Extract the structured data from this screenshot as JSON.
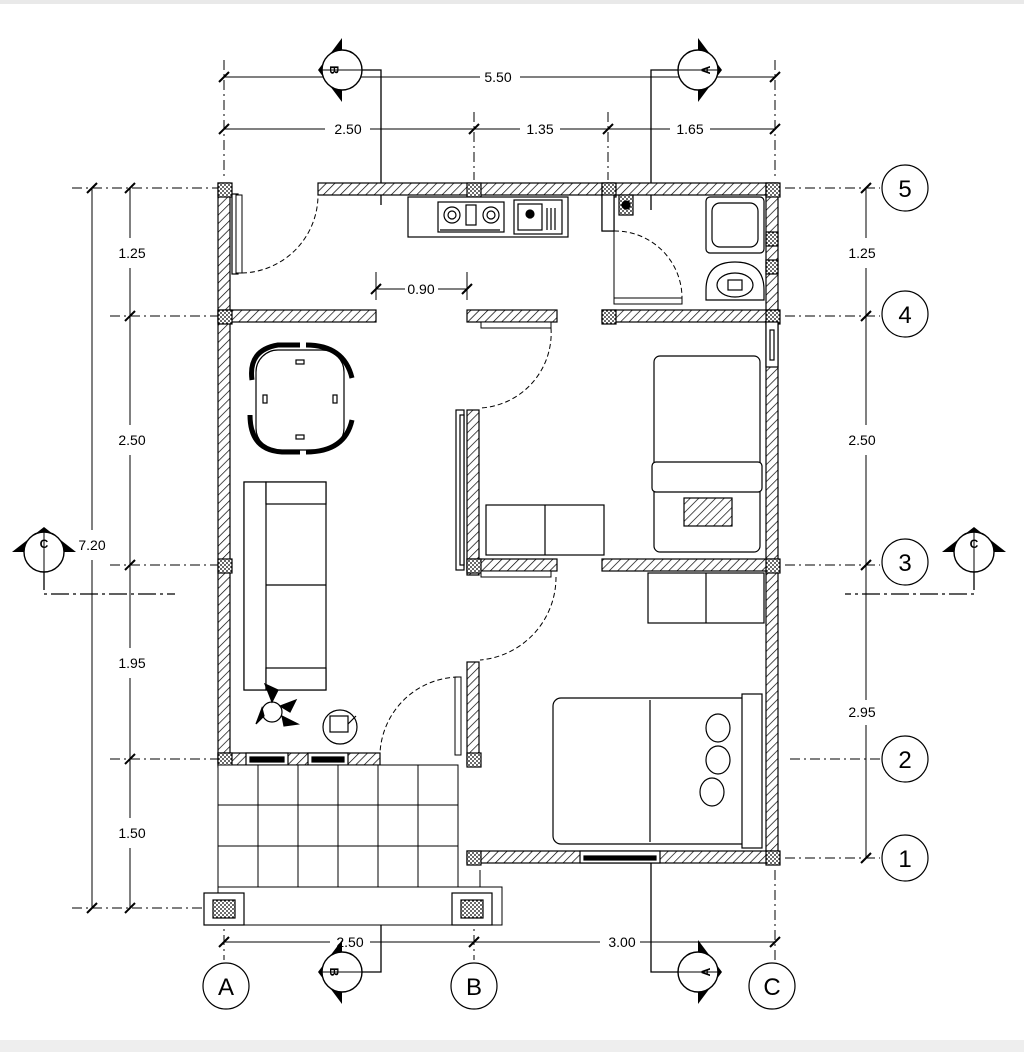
{
  "dimensions": {
    "overall_top": "5.50",
    "top_segments": [
      "2.50",
      "1.35",
      "1.65"
    ],
    "bottom_segments": [
      "2.50",
      "3.00"
    ],
    "left_overall": "7.20",
    "left_segments": [
      "1.25",
      "2.50",
      "1.95",
      "1.50"
    ],
    "right_segments": [
      "1.25",
      "2.50",
      "2.95"
    ],
    "door_opening": "0.90"
  },
  "grid_axes": {
    "horizontal": [
      "5",
      "4",
      "3",
      "2",
      "1"
    ],
    "vertical": [
      "A",
      "B",
      "C"
    ]
  },
  "section_markers": [
    "B",
    "A",
    "C"
  ],
  "colors": {
    "line": "#000000",
    "hatch": "#000000",
    "background": "#ffffff"
  }
}
